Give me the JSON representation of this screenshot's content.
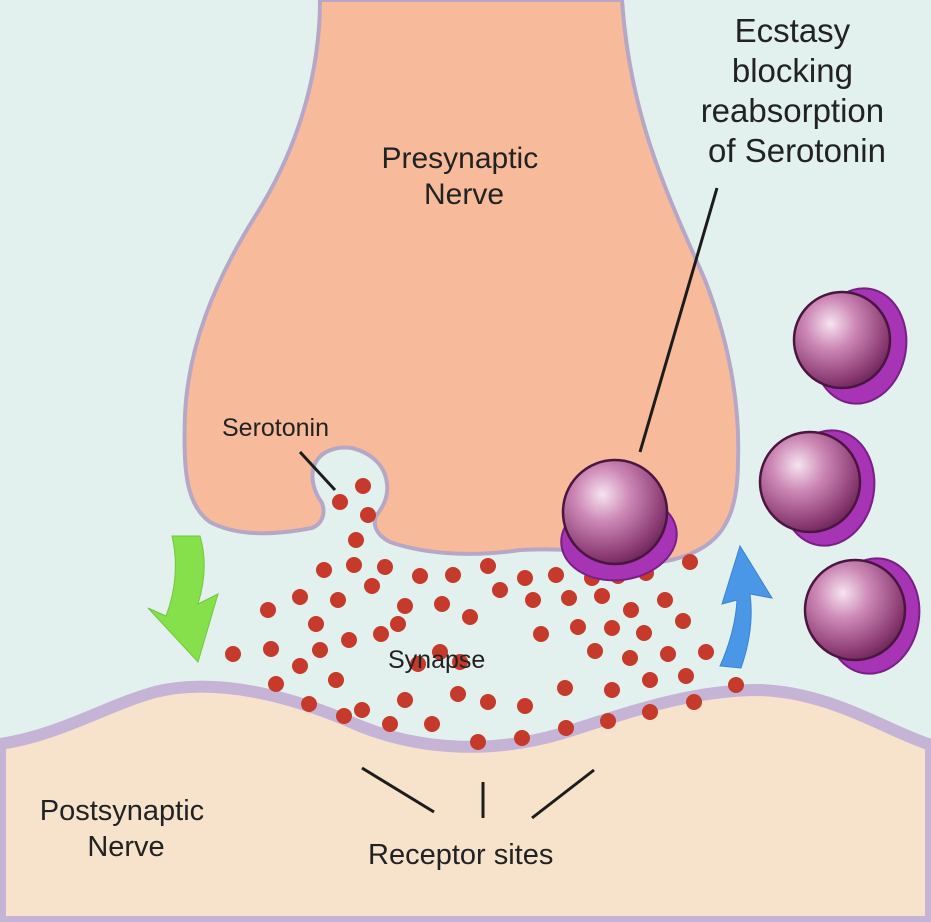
{
  "labels": {
    "ecstasy": [
      "Ecstasy",
      "blocking",
      "reabsorption",
      "of Serotonin"
    ],
    "presynaptic": [
      "Presynaptic",
      "Nerve"
    ],
    "serotonin": "Serotonin",
    "synapse": "Synapse",
    "postsynaptic": [
      "Postsynaptic",
      "Nerve"
    ],
    "receptor_sites": "Receptor sites"
  },
  "colors": {
    "background": "#e3f1ee",
    "presynaptic_fill": "#f7bb9c",
    "membrane_outline": "#b7a7c6",
    "postsynaptic_fill": "#f7e3cc",
    "postsynaptic_membrane": "#c6b4d6",
    "serotonin_dot": "#c53a2a",
    "ecstasy_body": "#b05c94",
    "ecstasy_rim": "#a733b5",
    "release_arrow": "#86e04c",
    "reuptake_arrow": "#4a97e8"
  },
  "icons": {
    "ecstasy_molecule": "ecstasy-molecule-icon",
    "serotonin_molecule": "serotonin-dot-icon",
    "release_arrow": "down-arrow-icon",
    "reuptake_arrow": "up-arrow-icon"
  }
}
